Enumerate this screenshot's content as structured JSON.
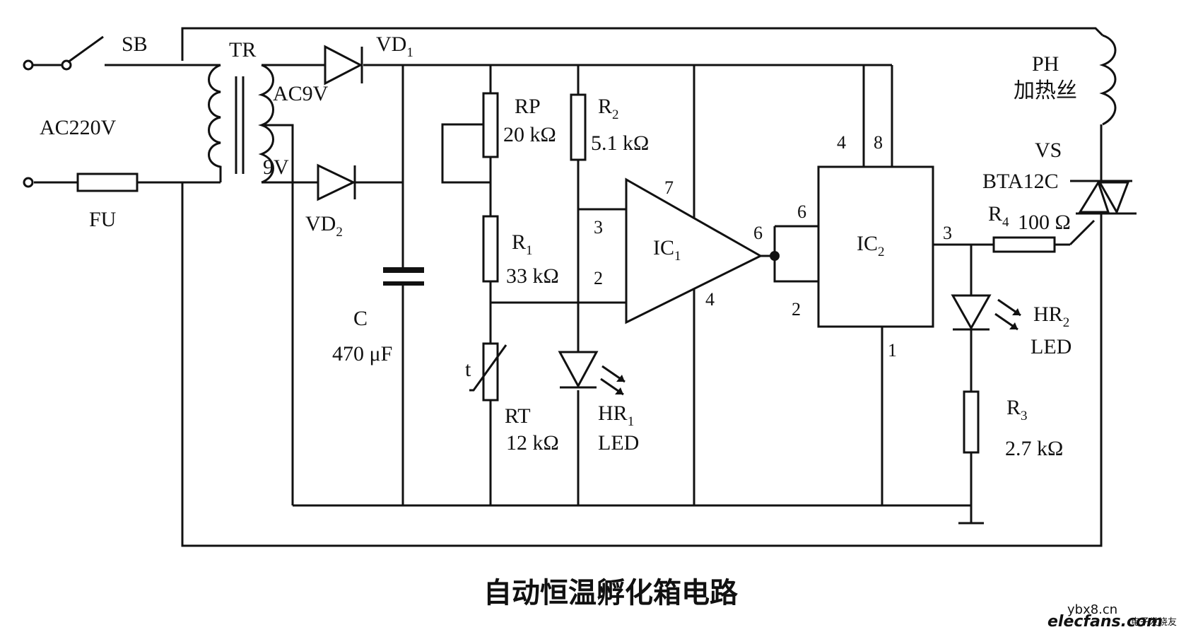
{
  "title": "自动恒温孵化箱电路",
  "labels": {
    "sb": "SB",
    "tr": "TR",
    "ac220v": "AC220V",
    "fu": "FU",
    "ac9v": "AC9V",
    "9v": "9V",
    "vd1": "VD",
    "vd1_sub": "1",
    "vd2": "VD",
    "vd2_sub": "2",
    "c": "C",
    "c_val": "470 μF",
    "rp": "RP",
    "rp_val": "20 kΩ",
    "r1": "R",
    "r1_sub": "1",
    "r1_val": "33 kΩ",
    "rt_t": "t",
    "rt": "RT",
    "rt_val": "12 kΩ",
    "r2": "R",
    "r2_sub": "2",
    "r2_val": "5.1 kΩ",
    "hr1": "HR",
    "hr1_sub": "1",
    "hr1_type": "LED",
    "ic1": "IC",
    "ic1_sub": "1",
    "ic2": "IC",
    "ic2_sub": "2",
    "ph": "PH",
    "ph_desc": "加热丝",
    "vs": "VS",
    "vs_part": "BTA12C",
    "r4": "R",
    "r4_sub": "4",
    "r4_val": "100 Ω",
    "hr2": "HR",
    "hr2_sub": "2",
    "hr2_type": "LED",
    "r3": "R",
    "r3_sub": "3",
    "r3_val": "2.7 kΩ"
  },
  "pins": {
    "ic1_p7": "7",
    "ic1_p3": "3",
    "ic1_p2": "2",
    "ic1_p6": "6",
    "ic1_p4": "4",
    "ic2_p4": "4",
    "ic2_p8": "8",
    "ic2_p6": "6",
    "ic2_p2": "2",
    "ic2_p3": "3",
    "ic2_p1": "1"
  },
  "watermark": {
    "top": "ybx8.cn",
    "brand": "elecfans.com",
    "cn": "电子发烧友"
  }
}
